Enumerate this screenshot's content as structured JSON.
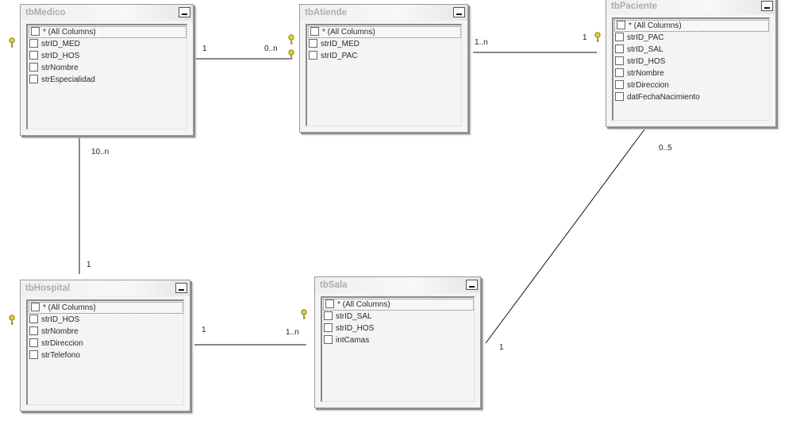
{
  "tables": {
    "medico": {
      "title": "tbMedico",
      "columns": [
        "* (All Columns)",
        "strID_MED",
        "strID_HOS",
        "strNombre",
        "strEspecialidad"
      ]
    },
    "atiende": {
      "title": "tbAtiende",
      "columns": [
        "* (All Columns)",
        "strID_MED",
        "strID_PAC"
      ]
    },
    "paciente": {
      "title": "tbPaciente",
      "columns": [
        "* (All Columns)",
        "strID_PAC",
        "strID_SAL",
        "strID_HOS",
        "strNombre",
        "strDireccion",
        "datFechaNacimiento"
      ]
    },
    "hospital": {
      "title": "tbHospital",
      "columns": [
        "* (All Columns)",
        "strID_HOS",
        "strNombre",
        "strDireccion",
        "strTelefono"
      ]
    },
    "sala": {
      "title": "tbSala",
      "columns": [
        "* (All Columns)",
        "strID_SAL",
        "strID_HOS",
        "intCamas"
      ]
    }
  },
  "relationships": {
    "medico_atiende": {
      "from": "1",
      "to": "0..n"
    },
    "atiende_paciente": {
      "from": "1..n",
      "to": "1"
    },
    "medico_hospital": {
      "from": "10..n",
      "to": "1"
    },
    "hospital_sala": {
      "from": "1",
      "to": "1..n"
    },
    "paciente_sala": {
      "from": "0..5",
      "to": "1"
    }
  },
  "colors": {
    "line": "#111111",
    "title_text": "#a9adb6",
    "key_icon": "#c8b400"
  }
}
